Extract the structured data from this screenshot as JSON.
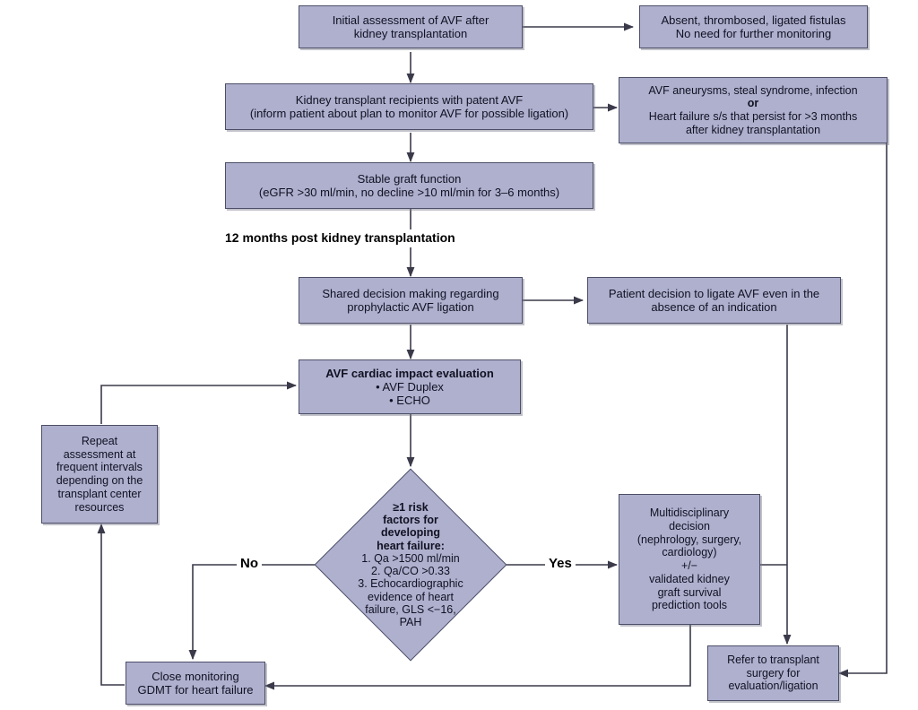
{
  "figure": {
    "type": "flowchart",
    "title": "Initial assessment of AVF after kidney transplantation algorithm",
    "colors": {
      "node_fill": "#aeb0ce",
      "node_border": "#4c4e66",
      "edge": "#3a3a4a",
      "background": "#ffffff",
      "text": "#111122"
    }
  },
  "nodes": {
    "initial_assessment": {
      "lines": [
        "Initial assessment of AVF after",
        "kidney transplantation"
      ]
    },
    "absent_fistulas": {
      "lines": [
        "Absent, thrombosed, ligated fistulas",
        "No need for further monitoring"
      ]
    },
    "patent_avf": {
      "lines": [
        "Kidney transplant recipients with patent AVF",
        "(inform patient about plan to monitor AVF for possible ligation)"
      ]
    },
    "aneurysms": {
      "lines": [
        "AVF aneurysms, steal syndrome, infection",
        "or",
        "Heart failure s/s that persist for >3 months",
        "after kidney transplantation"
      ],
      "bold_line_index": 1
    },
    "stable_graft": {
      "lines": [
        "Stable graft function",
        "(eGFR >30 ml/min, no decline >10 ml/min for 3–6 months)"
      ]
    },
    "shared_decision": {
      "lines": [
        "Shared decision making regarding",
        "prophylactic AVF ligation"
      ]
    },
    "patient_decision": {
      "lines": [
        "Patient decision to ligate AVF even in the",
        "absence of an indication"
      ]
    },
    "cardiac_impact": {
      "lines": [
        "AVF cardiac impact evaluation",
        "• AVF Duplex",
        "• ECHO"
      ],
      "bold_line_index": 0
    },
    "repeat_assessment": {
      "lines": [
        "Repeat",
        "assessment at",
        "frequent intervals",
        "depending on the",
        "transplant center",
        "resources"
      ]
    },
    "risk_factors_diamond": {
      "lines": [
        "≥1 risk",
        "factors for",
        "developing",
        "heart failure:",
        "1. Qa >1500 ml/min",
        "2. Qa/CO >0.33",
        "3. Echocardiographic",
        "evidence of heart",
        "failure, GLS <−16,",
        "PAH"
      ],
      "bold_line_indices": [
        0,
        1,
        2,
        3
      ]
    },
    "multidisciplinary": {
      "lines": [
        "Multidisciplinary",
        "decision",
        "(nephrology, surgery,",
        "cardiology)",
        "+/−",
        "validated kidney",
        "graft survival",
        "prediction tools"
      ]
    },
    "close_monitoring": {
      "lines": [
        "Close monitoring",
        "GDMT for heart failure"
      ]
    },
    "refer_surgery": {
      "lines": [
        "Refer to transplant",
        "surgery for",
        "evaluation/ligation"
      ]
    }
  },
  "edge_labels": {
    "twelve_months": "12 months post kidney transplantation",
    "no": "No",
    "yes": "Yes"
  }
}
